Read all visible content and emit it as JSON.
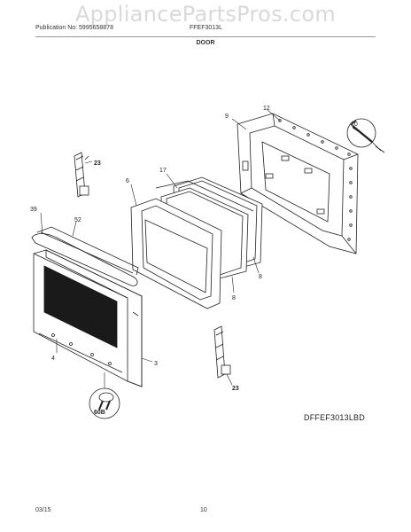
{
  "header": {
    "watermark": "AppliancePartsPros.com",
    "publication": "Publication No: 5995658878",
    "model": "FFEF3013L",
    "section": "DOOR"
  },
  "callouts": {
    "c12": "12",
    "c9": "9",
    "c10": "10",
    "c17": "17",
    "c6": "6",
    "c23a": "23",
    "c39": "39",
    "c52": "52",
    "c8a": "8",
    "c8b": "8",
    "c4": "4",
    "c3": "3",
    "c23b": "23",
    "c60b": "60B"
  },
  "footer": {
    "figure_code": "DFFEF3013LBD",
    "date": "03/15",
    "page": "10"
  }
}
